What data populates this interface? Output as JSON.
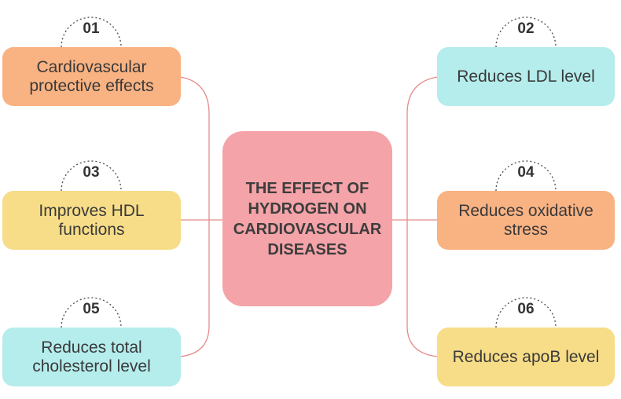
{
  "colors": {
    "center": "#f4a3a8",
    "orange": "#f9b282",
    "cyan": "#b5ecec",
    "yellow": "#f7dd87",
    "connector": "#e68a8a",
    "dotted": "#555555"
  },
  "center": {
    "text": "THE EFFECT OF\nHYDROGEN ON\nCARDIOVASCULAR\nDISEASES"
  },
  "items": [
    {
      "number": "01",
      "text": "Cardiovascular\nprotective effects",
      "color": "orange"
    },
    {
      "number": "02",
      "text": "Reduces LDL level",
      "color": "cyan"
    },
    {
      "number": "03",
      "text": "Improves HDL\nfunctions",
      "color": "yellow"
    },
    {
      "number": "04",
      "text": "Reduces oxidative\nstress",
      "color": "orange"
    },
    {
      "number": "05",
      "text": "Reduces total\ncholesterol level",
      "color": "cyan"
    },
    {
      "number": "06",
      "text": "Reduces  apoB level",
      "color": "yellow"
    }
  ]
}
